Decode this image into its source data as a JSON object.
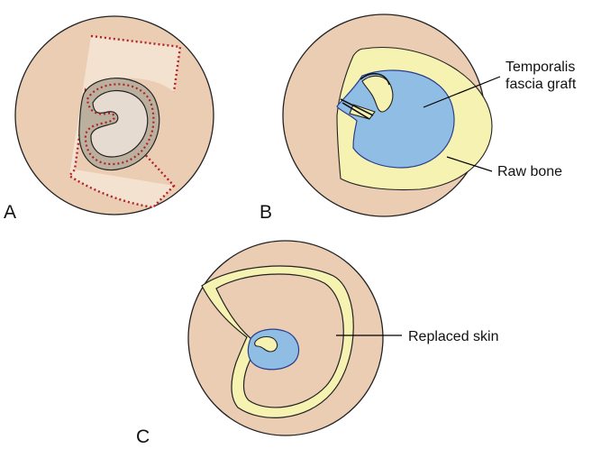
{
  "panels": [
    {
      "letter": "A"
    },
    {
      "letter": "B",
      "annotations": [
        "Temporalis",
        "fascia graft",
        "Raw bone"
      ]
    },
    {
      "letter": "C",
      "annotations": [
        "Replaced skin"
      ]
    }
  ],
  "colors": {
    "skin_disc": "#ebcdb3",
    "disc_outline": "#222222",
    "flap_area": "#f3e2cf",
    "cavity_dark": "#bbb09d",
    "cavity_light": "#e5dbd0",
    "dotted_incision": "#b3212a",
    "graft_blue": "#8fbde3",
    "graft_outline": "#2b3d8f",
    "raw_bone_yellow": "#f5f2b2",
    "leader_line": "#000000"
  }
}
